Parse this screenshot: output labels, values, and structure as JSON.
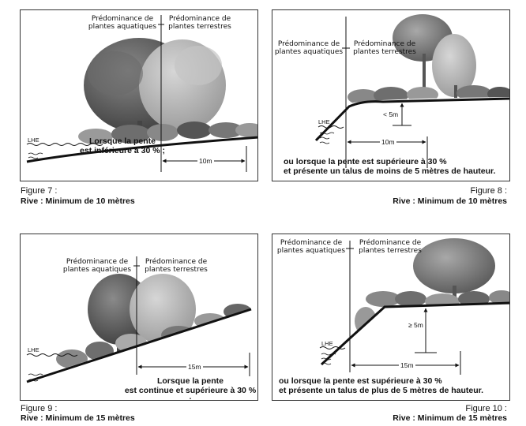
{
  "zone_aquatic": [
    "Prédominance de",
    "plantes aquatiques"
  ],
  "zone_terrestrial": [
    "Prédominance de",
    "plantes terrestres"
  ],
  "lhe": "LHE",
  "fig7": {
    "number": "Figure 7 :",
    "rive": "Rive : Minimum de 10 mètres",
    "caption": [
      "Lorsque la pente",
      "est inférieure à 30 % ;"
    ],
    "distance": "10m"
  },
  "fig8": {
    "number": "Figure 8 :",
    "rive": "Rive : Minimum de 10 mètres",
    "caption": [
      "ou lorsque la pente est supérieure à 30 %",
      "et présente un talus de moins de 5 mètres de hauteur."
    ],
    "distance": "10m",
    "height": "< 5m"
  },
  "fig9": {
    "number": "Figure 9 :",
    "rive": "Rive : Minimum de 15 mètres",
    "caption": [
      "Lorsque la pente",
      "est continue et supérieure à 30 % ;"
    ],
    "distance": "15m"
  },
  "fig10": {
    "number": "Figure 10 :",
    "rive": "Rive : Minimum de 15 mètres",
    "caption": [
      "ou lorsque la pente est supérieure à 30 %",
      "et présente un talus de plus de 5 mètres de hauteur."
    ],
    "distance": "15m",
    "height": "≥ 5m"
  }
}
